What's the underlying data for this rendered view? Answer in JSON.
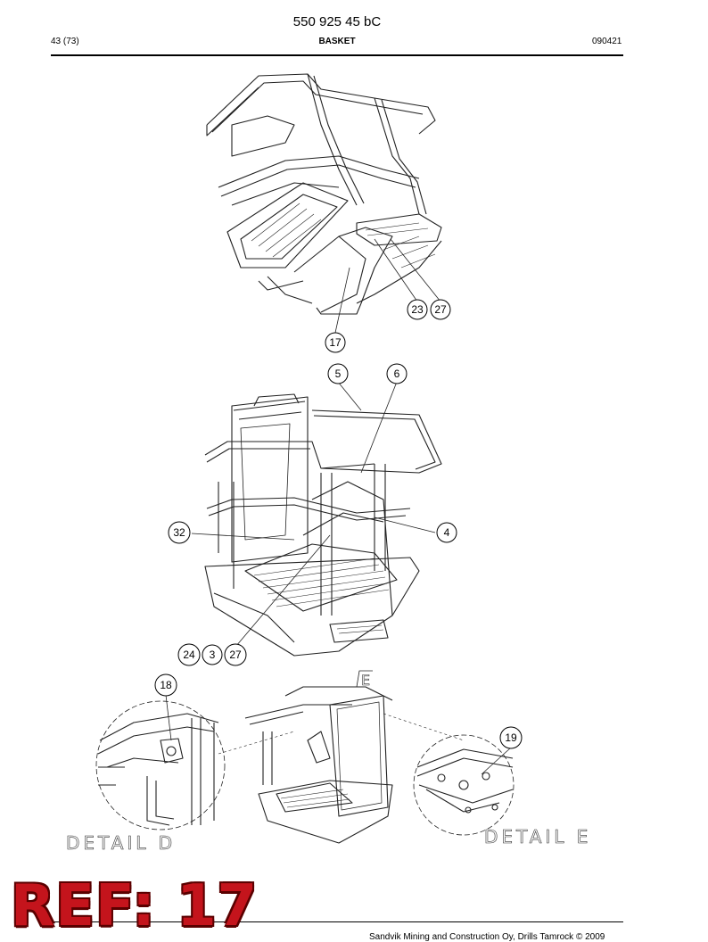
{
  "header": {
    "doc_id": "550 925 45 bC",
    "page": "43 (73)",
    "section": "BASKET",
    "date_code": "090421"
  },
  "callouts": {
    "c23": "23",
    "c27a": "27",
    "c17": "17",
    "c5": "5",
    "c6": "6",
    "c32": "32",
    "c4": "4",
    "c24": "24",
    "c3": "3",
    "c27b": "27",
    "c18": "18",
    "c19": "19"
  },
  "detail_labels": {
    "d": "DETAIL D",
    "e": "DETAIL E",
    "e_marker": "E"
  },
  "stamp": {
    "text": "REF: 17",
    "color": "#c4141c"
  },
  "footer": {
    "text": "Sandvik Mining and Construction Oy, Drills Tamrock © 2009"
  }
}
